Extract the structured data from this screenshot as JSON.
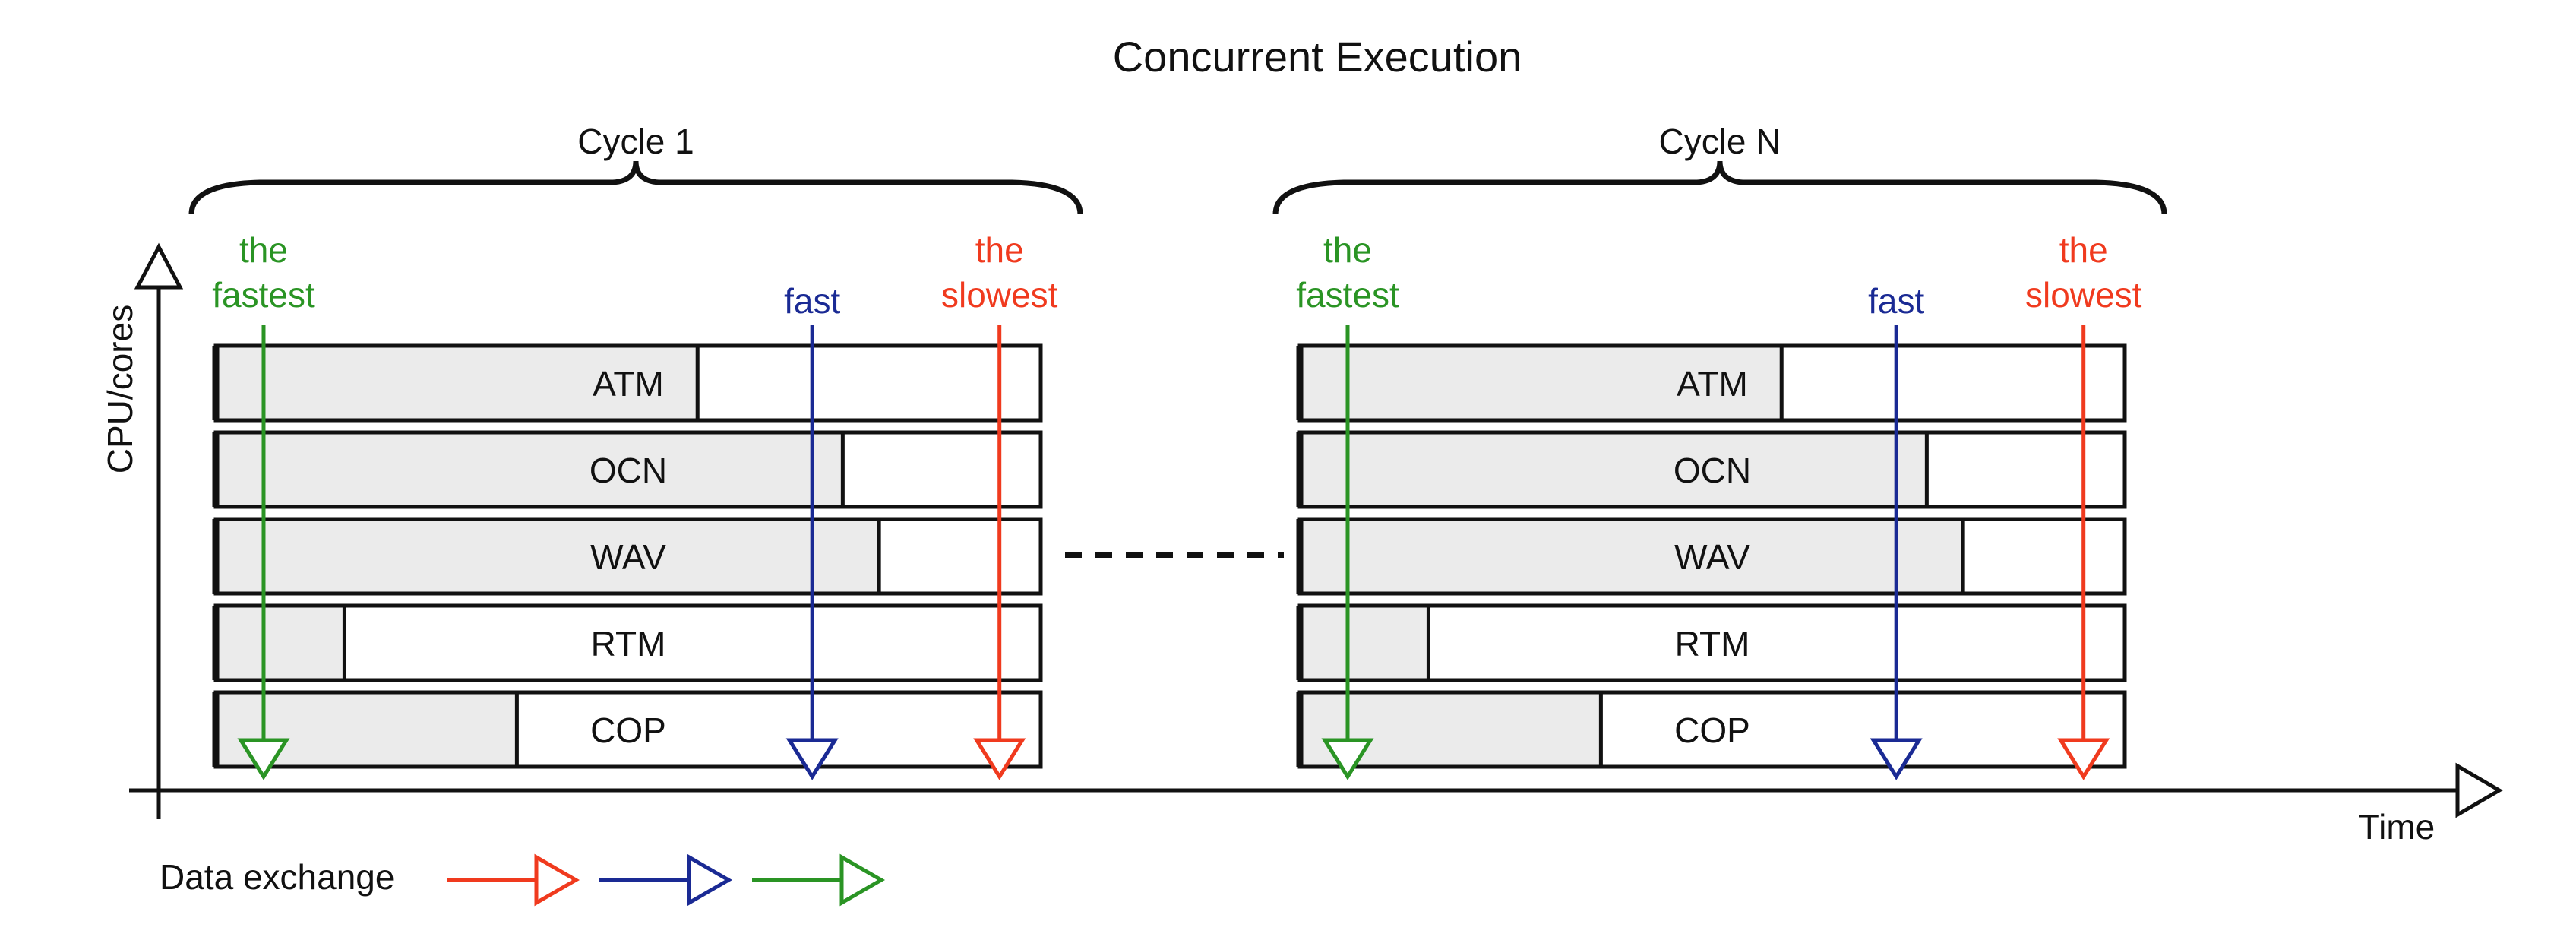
{
  "title": "Concurrent Execution",
  "axes": {
    "x_label": "Time",
    "y_label": "CPU/cores"
  },
  "colors": {
    "outline": "#111111",
    "fill": "#ebebeb",
    "slowest": "#f03a1e",
    "fast": "#1a2a94",
    "fastest": "#2a9424"
  },
  "cycles": [
    {
      "label": "Cycle 1",
      "components": [
        {
          "name": "ATM",
          "busy": 0.584
        },
        {
          "name": "OCN",
          "busy": 0.76
        },
        {
          "name": "WAV",
          "busy": 0.804
        },
        {
          "name": "RTM",
          "busy": 0.156
        },
        {
          "name": "COP",
          "busy": 0.365
        }
      ],
      "markers": [
        {
          "key": "fastest",
          "line1": "the",
          "line2": "fastest",
          "pos": 0.058
        },
        {
          "key": "fast",
          "line1": "",
          "line2": "fast",
          "pos": 0.723
        },
        {
          "key": "slowest",
          "line1": "the",
          "line2": "slowest",
          "pos": 0.95
        }
      ]
    },
    {
      "label": "Cycle N",
      "components": [
        {
          "name": "ATM",
          "busy": 0.584
        },
        {
          "name": "OCN",
          "busy": 0.76
        },
        {
          "name": "WAV",
          "busy": 0.804
        },
        {
          "name": "RTM",
          "busy": 0.156
        },
        {
          "name": "COP",
          "busy": 0.365
        }
      ],
      "markers": [
        {
          "key": "fastest",
          "line1": "the",
          "line2": "fastest",
          "pos": 0.058
        },
        {
          "key": "fast",
          "line1": "",
          "line2": "fast",
          "pos": 0.723
        },
        {
          "key": "slowest",
          "line1": "the",
          "line2": "slowest",
          "pos": 0.95
        }
      ]
    }
  ],
  "legend": {
    "label": "Data exchange",
    "arrows": [
      "slowest",
      "fast",
      "fastest"
    ]
  }
}
